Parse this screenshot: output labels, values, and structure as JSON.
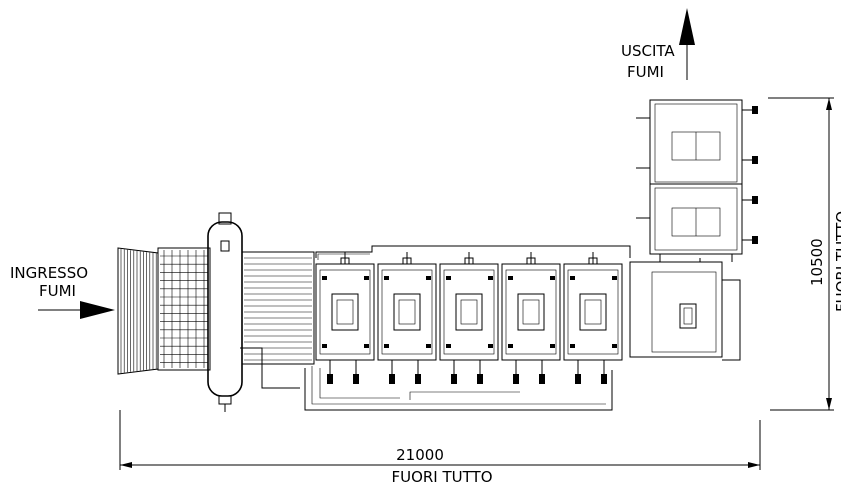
{
  "inlet": {
    "line1": "INGRESSO",
    "line2": "FUMI"
  },
  "outlet": {
    "line1": "USCITA",
    "line2": "FUMI"
  },
  "dim_horizontal": {
    "value": "21000",
    "caption": "FUORI TUTTO"
  },
  "dim_vertical": {
    "value": "10500",
    "caption": "FUORI TUTTO"
  },
  "module_count": 5
}
